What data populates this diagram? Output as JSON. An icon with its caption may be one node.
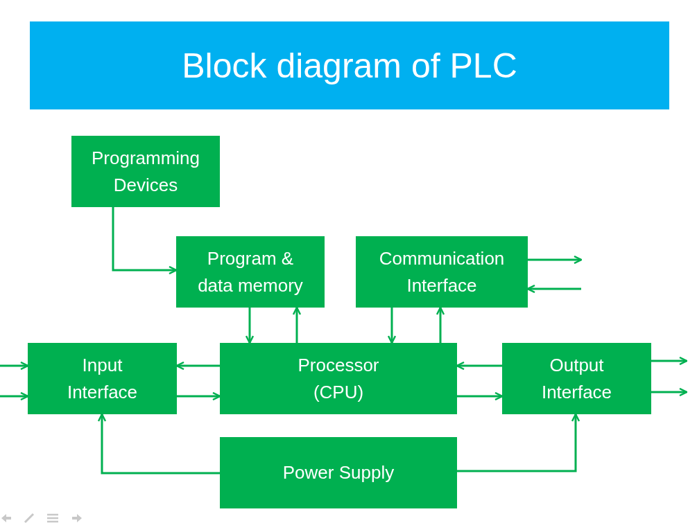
{
  "diagram": {
    "title": "Block diagram of PLC",
    "nodes": [
      {
        "text": [
          "Programming Devices"
        ]
      },
      {
        "text": [
          "Program & data memory"
        ]
      },
      {
        "text": [
          "Communication Interface"
        ]
      },
      {
        "text": [
          "Input Interface"
        ]
      },
      {
        "text": [
          "Processor (CPU)"
        ]
      },
      {
        "text": [
          "Output Interface"
        ]
      },
      {
        "text": [
          "Power Supply"
        ]
      }
    ],
    "edges": [
      {
        "from": 0,
        "to": 1,
        "arrow": "to"
      },
      {
        "from": 1,
        "to": 4,
        "arrow": "to"
      },
      {
        "from": 4,
        "to": 1,
        "arrow": "to"
      },
      {
        "from": 2,
        "to": 4,
        "arrow": "to"
      },
      {
        "from": 4,
        "to": 2,
        "arrow": "to"
      },
      {
        "from": 2,
        "to": null,
        "arrow": "to"
      },
      {
        "from": null,
        "to": 2,
        "arrow": "to"
      },
      {
        "from": null,
        "to": 3,
        "arrow": "to"
      },
      {
        "from": null,
        "to": 3,
        "arrow": "to"
      },
      {
        "from": 4,
        "to": 3,
        "arrow": "to"
      },
      {
        "from": 3,
        "to": 4,
        "arrow": "to"
      },
      {
        "from": 5,
        "to": 4,
        "arrow": "to"
      },
      {
        "from": 4,
        "to": 5,
        "arrow": "to"
      },
      {
        "from": 5,
        "to": null,
        "arrow": "to"
      },
      {
        "from": 5,
        "to": null,
        "arrow": "to"
      },
      {
        "from": 6,
        "to": 3,
        "arrow": "to"
      },
      {
        "from": 6,
        "to": 5,
        "arrow": "to"
      }
    ]
  }
}
